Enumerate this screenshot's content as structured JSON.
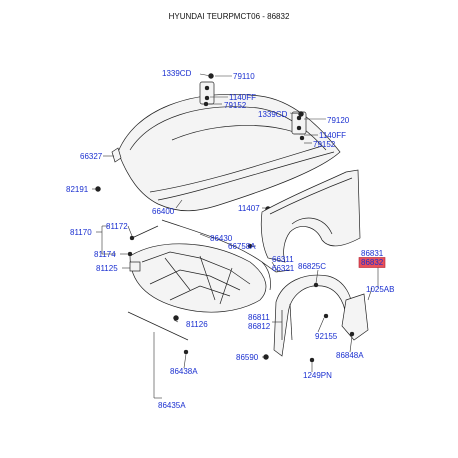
{
  "diagram": {
    "title": "HYUNDAI TEURPMCT06 - 86832",
    "highlight_color": "#e8505b",
    "label_color": "#1a2fd0",
    "highlighted_part": "86832",
    "parts": {
      "p1339cd_top": "1339CD",
      "p79110": "79110",
      "p1140ff_top": "1140FF",
      "p79152_top": "79152",
      "p1339cd_mid": "1339CD",
      "p79120": "79120",
      "p1140ff_mid": "1140FF",
      "p79152_mid": "79152",
      "p66327": "66327",
      "p82191": "82191",
      "p66400": "66400",
      "p11407": "11407",
      "p81170": "81170",
      "p81172": "81172",
      "p81174": "81174",
      "p81125": "81125",
      "p86430": "86430",
      "p66758a": "66758A",
      "p66311": "66311",
      "p66321": "66321",
      "p86825c": "86825C",
      "p86831": "86831",
      "p86832": "86832",
      "p1025ab": "1025AB",
      "p81126": "81126",
      "p86811": "86811",
      "p86812": "86812",
      "p92155": "92155",
      "p86590": "86590",
      "p86848a": "86848A",
      "p86438a": "86438A",
      "p1249pn": "1249PN",
      "p86435a": "86435A"
    }
  }
}
